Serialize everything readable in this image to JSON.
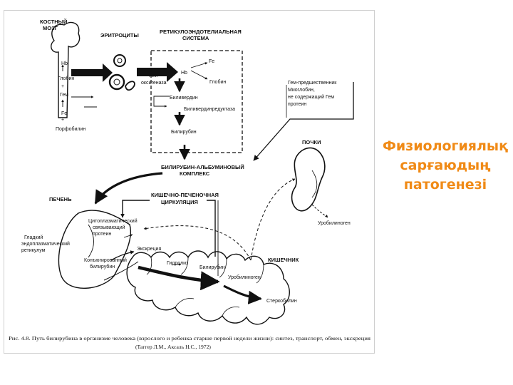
{
  "slide": {
    "title_lines": [
      "Физиологиялық",
      "сарғаюдың",
      "патогенезі"
    ],
    "title_color": "#f08a16"
  },
  "diagram": {
    "labels": {
      "bone_marrow_1": "КОСТНЫЙ",
      "bone_marrow_2": "МОЗГ",
      "hb": "Hb",
      "globin_left": "Глобин",
      "plus_1": "+",
      "heme": "Гем",
      "plus_2": "+",
      "fe_left": "Fe",
      "plus_3": "+",
      "porphobilin": "Порфобилин",
      "erythrocytes": "ЭРИТРОЦИТЫ",
      "res_1": "РЕТИКУЛОЭНДОТЕЛИАЛЬНАЯ",
      "res_2": "СИСТЕМА",
      "hb_res": "Hb",
      "fe_res": "Fe",
      "globin_res": "Глобин",
      "heme_oxygenase_1": "Гем",
      "heme_oxygenase_2": "оксигеназа",
      "biliverdin": "Биливердин",
      "biliverdin_reductase": "Биливердинредуктаза",
      "bilirubin_res": "Билирубин",
      "heme_precursors_1": "Гем-предшественник",
      "heme_precursors_2": "Миоглобин,",
      "heme_precursors_3": "не содержащий Гем",
      "heme_precursors_4": "протеин",
      "kidneys": "ПОЧКИ",
      "complex_1": "БИЛИРУБИН-АЛЬБУМИНОВЫЙ",
      "complex_2": "КОМПЛЕКС",
      "liver": "ПЕЧЕНЬ",
      "enterohepatic_1": "КИШЕЧНО-ПЕЧЕНОЧНАЯ",
      "enterohepatic_2": "ЦИРКУЛЯЦИЯ",
      "cytoplasmic_1": "Цитоплазматический",
      "cytoplasmic_2": "связывающий",
      "cytoplasmic_3": "протеин",
      "er_1": "Гладкий",
      "er_2": "эндоплазматический",
      "er_3": "ретикулум",
      "excretion": "Экскреция",
      "conjugated_1": "Конъюгированный",
      "conjugated_2": "билирубин",
      "hydrolysis": "Гидролиз",
      "bilirubin_gut": "Билирубин",
      "urobilinogen_gut": "Уробилиноген",
      "intestine": "КИШЕЧНИК",
      "stercobilin": "Стеркобилин",
      "urobilinogen_urine": "Уробилиноген"
    },
    "caption_line1": "Рис. 4.8. Путь билирубина в организме человека (взрослого и ребенка старше первой недели жизни): синтез, транспорт, обмен, экскреция",
    "caption_line2": "(Таггер Л.М., Аксаль Н.С., 1972)"
  }
}
